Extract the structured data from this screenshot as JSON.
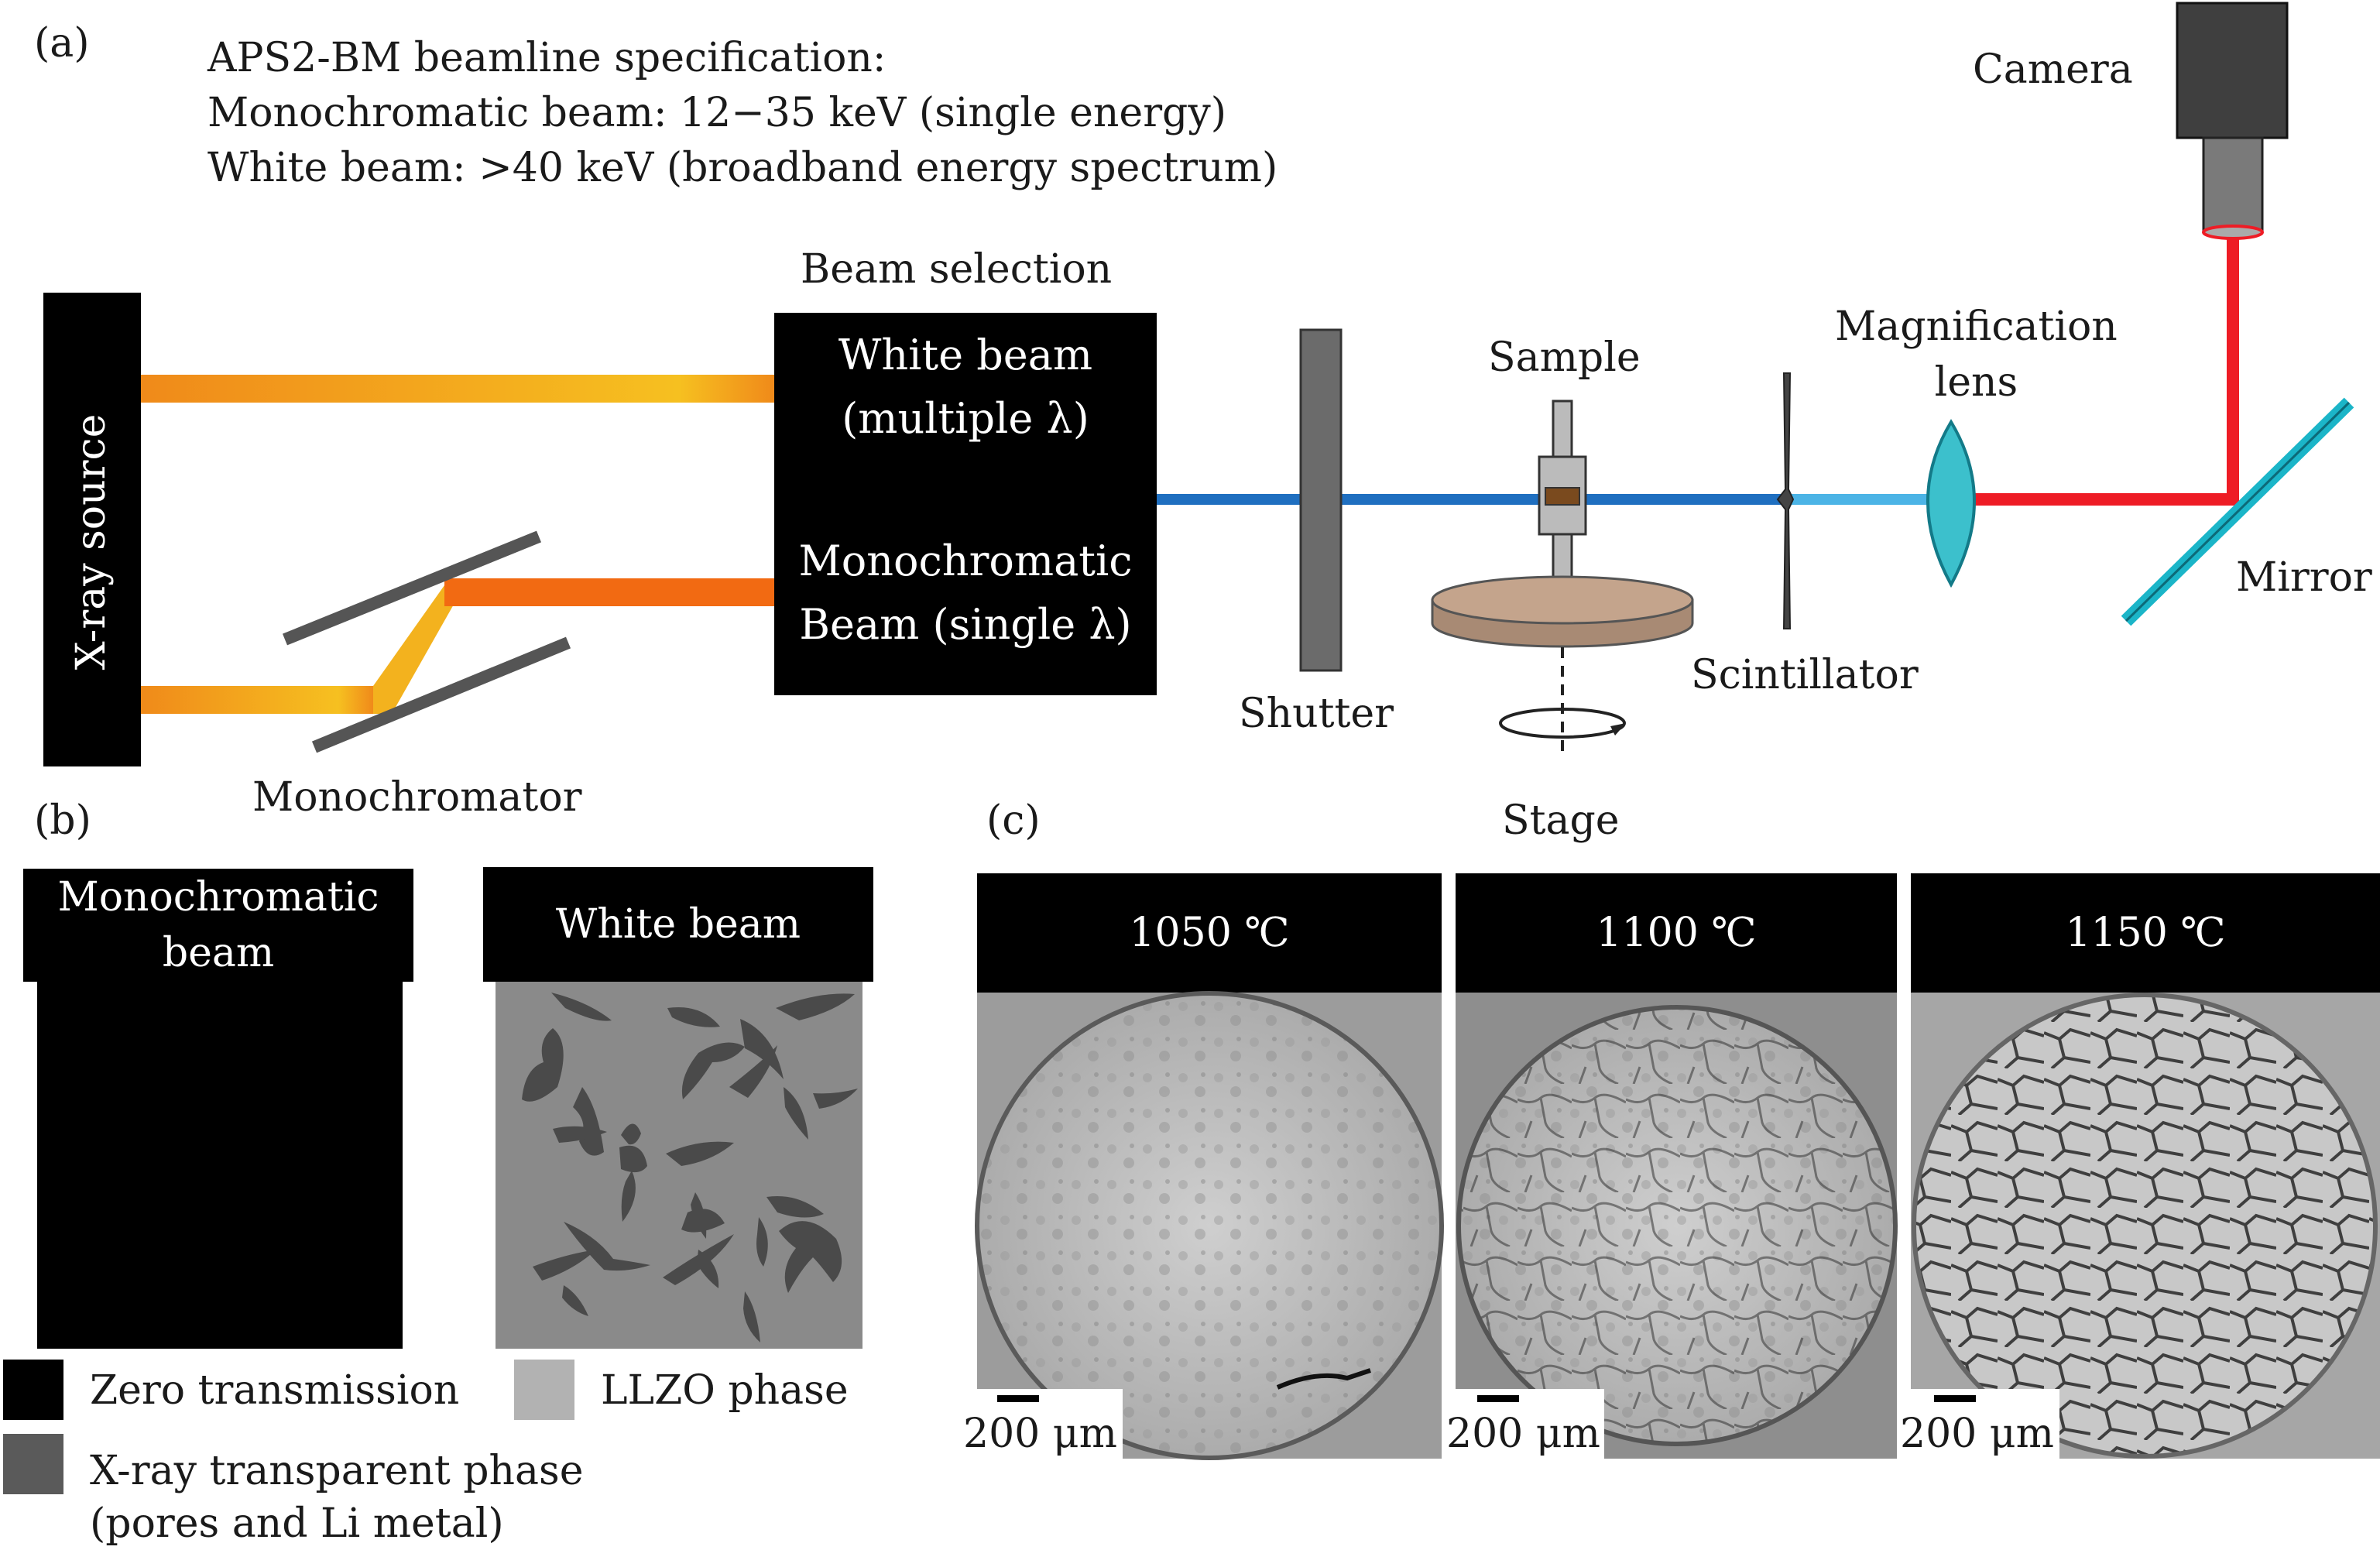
{
  "panel_a": {
    "label": "(a)",
    "spec": {
      "line1": "APS2-BM beamline specification:",
      "line2": "Monochromatic beam: 12−35 keV (single energy)",
      "line3": "White beam: >40 keV (broadband energy spectrum)"
    },
    "source": "X-ray source",
    "beam_selection": {
      "title": "Beam selection",
      "white_line1": "White beam",
      "white_line2": "(multiple λ)",
      "mono_line1": "Monochromatic",
      "mono_line2": "Beam (single λ)"
    },
    "monochromator": "Monochromator",
    "shutter": "Shutter",
    "sample": "Sample",
    "stage": "Stage",
    "scintillator": "Scintillator",
    "lens_line1": "Magnification",
    "lens_line2": "lens",
    "mirror": "Mirror",
    "camera": "Camera",
    "colors": {
      "white_beam": "#f29a1e",
      "mono_beam": "#f26a12",
      "xray": "#1f6fc0",
      "visible": "#ee1c25",
      "cyan": "#1bb5c8"
    }
  },
  "panel_b": {
    "label": "(b)",
    "mono_header_line1": "Monochromatic",
    "mono_header_line2": "beam",
    "white_header": "White beam",
    "legend": {
      "zero": "Zero transmission",
      "llzo": "LLZO phase",
      "transparent_line1": "X-ray transparent phase",
      "transparent_line2": "(pores and Li metal)"
    }
  },
  "panel_c": {
    "label": "(c)",
    "temps": [
      "1050 ℃",
      "1100 ℃",
      "1150 ℃"
    ],
    "scale": "200 μm"
  }
}
